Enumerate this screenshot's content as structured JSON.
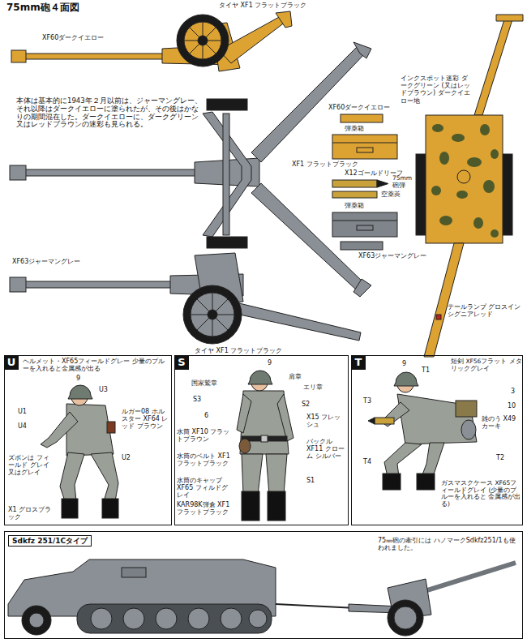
{
  "diagram": {
    "title": "75mm砲４面図",
    "nodes": [
      {
        "text": [
          "U"
        ]
      },
      {
        "text": [
          "S"
        ]
      },
      {
        "text": [
          "T"
        ]
      },
      {
        "text": [
          "Sdkfz 251/1Cタイプ",
          "75㎜砲の牽引には ハノマークSdkfz251/1も使われました。"
        ]
      }
    ],
    "labels": [
      "タイヤ XF1 フラットブラック",
      "XF60ダークイエロー",
      "本体は基本的に1943年２月以前は、ジャーマングレー、それ以降はダークイエローに塗られたが、その後はかなりの期間混在した。ダークイエローに、ダークグリーン又はレッドブラウンの迷彩も見られる。",
      "インクスポット迷彩 ダークグリーン (又はレッドブラウン) ダークイエロー地",
      "XF60ダークイエロー",
      "弾薬箱",
      "XF1 フラットブラック",
      "X12ゴールドリーフ",
      "75mm 砲弾",
      "空薬莢",
      "弾薬箱",
      "XF63ジャーマングレー",
      "テールランプ グロスインシグニアレッド",
      "XF63ジャーマングレー",
      "タイヤ XF1 フラットブラック",
      "ヘルメット・XF65フィールドグレー 少量のブルーを入れると金属感が出る",
      "9",
      "U3",
      "U1",
      "U4",
      "ルガー08 ホルスター XF64 レッド ブラウン",
      "U2",
      "ズボンは フィールド グレイ又はグレイ",
      "X1 グロスブラック",
      "9",
      "国家鷲章",
      "肩章",
      "エリ章",
      "S3",
      "S2",
      "6",
      "X15 フレッシュ",
      "水筒 XF10 フラットブラウン",
      "水筒のベルト XF1 フラットブラック",
      "水筒のキャップ XF65 フィルドグレイ",
      "バックル XF11 クローム シルバー",
      "S1",
      "KAR98K弾倉 XF1 フラットブラック",
      "9",
      "T1",
      "短剣 XF56フラット メタリックグレイ",
      "3",
      "10",
      "雑のう X49 カーキ",
      "T3",
      "T2",
      "T4",
      "ガスマスクケース XF65フィールドグレイ (少量のブルーを入れると 金属感が出る)"
    ]
  }
}
